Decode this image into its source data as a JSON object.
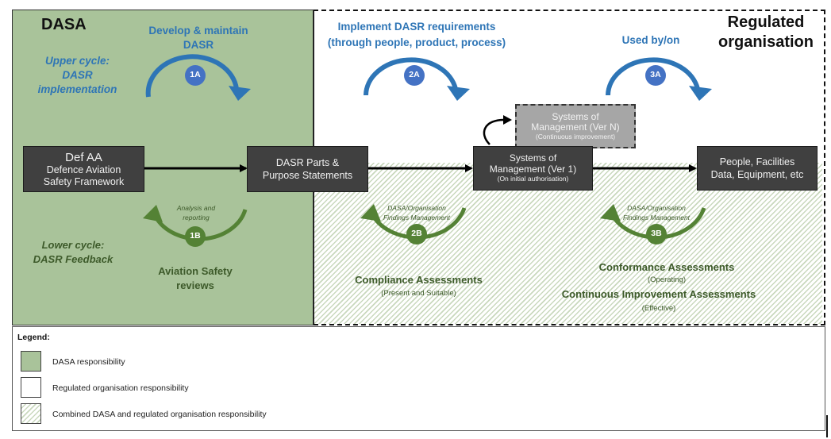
{
  "diagram": {
    "regions": {
      "dasa": {
        "title": "DASA",
        "color": "#a9c39a"
      },
      "regulated": {
        "title_line1": "Regulated",
        "title_line2": "organisation"
      }
    },
    "cycle_labels": {
      "upper": {
        "line1": "Upper cycle:",
        "line2": "DASR",
        "line3": "implementation"
      },
      "lower": {
        "line1": "Lower cycle:",
        "line2": "DASR Feedback"
      }
    },
    "top_labels": {
      "develop": {
        "line1": "Develop & maintain",
        "line2": "DASR"
      },
      "implement": {
        "line1": "Implement DASR requirements",
        "line2": "(through people, product, process)"
      },
      "used": {
        "line1": "Used by/on"
      }
    },
    "badges": {
      "b1a": "1A",
      "b2a": "2A",
      "b3a": "3A",
      "b1b": "1B",
      "b2b": "2B",
      "b3b": "3B",
      "blue_color": "#4472c4",
      "green_color": "#548235"
    },
    "boxes": {
      "defaa": {
        "line1": "Def AA",
        "line2": "Defence Aviation",
        "line3": "Safety Framework"
      },
      "dasr_parts": {
        "line1": "DASR Parts &",
        "line2": "Purpose Statements"
      },
      "som_v1": {
        "line1": "Systems of",
        "line2": "Management (Ver 1)",
        "line3": "(On initial authorisation)"
      },
      "som_vn": {
        "line1": "Systems of",
        "line2": "Management (Ver N)",
        "line3": "(Continuous improvement)"
      },
      "people": {
        "line1": "People, Facilities",
        "line2": "Data, Equipment, etc"
      }
    },
    "feedback_labels": {
      "analysis": {
        "line1": "Analysis and",
        "line2": "reporting"
      },
      "findings_2b": {
        "line1": "DASA/Organisation",
        "line2": "Findings Management"
      },
      "findings_3b": {
        "line1": "DASA/Organisation",
        "line2": "Findings Management"
      }
    },
    "assessments": {
      "aviation": {
        "line1": "Aviation Safety",
        "line2": "reviews"
      },
      "compliance": {
        "title": "Compliance Assessments",
        "note": "(Present and Suitable)"
      },
      "conformance": {
        "title": "Conformance Assessments",
        "note": "(Operating)"
      },
      "continuous": {
        "title": "Continuous Improvement Assessments",
        "note": "(Effective)"
      }
    }
  },
  "legend": {
    "title": "Legend:",
    "items": [
      {
        "label": "DASA responsibility",
        "swatch": "green"
      },
      {
        "label": "Regulated organisation responsibility",
        "swatch": "white"
      },
      {
        "label": "Combined DASA and regulated organisation responsibility",
        "swatch": "hatched"
      }
    ]
  }
}
